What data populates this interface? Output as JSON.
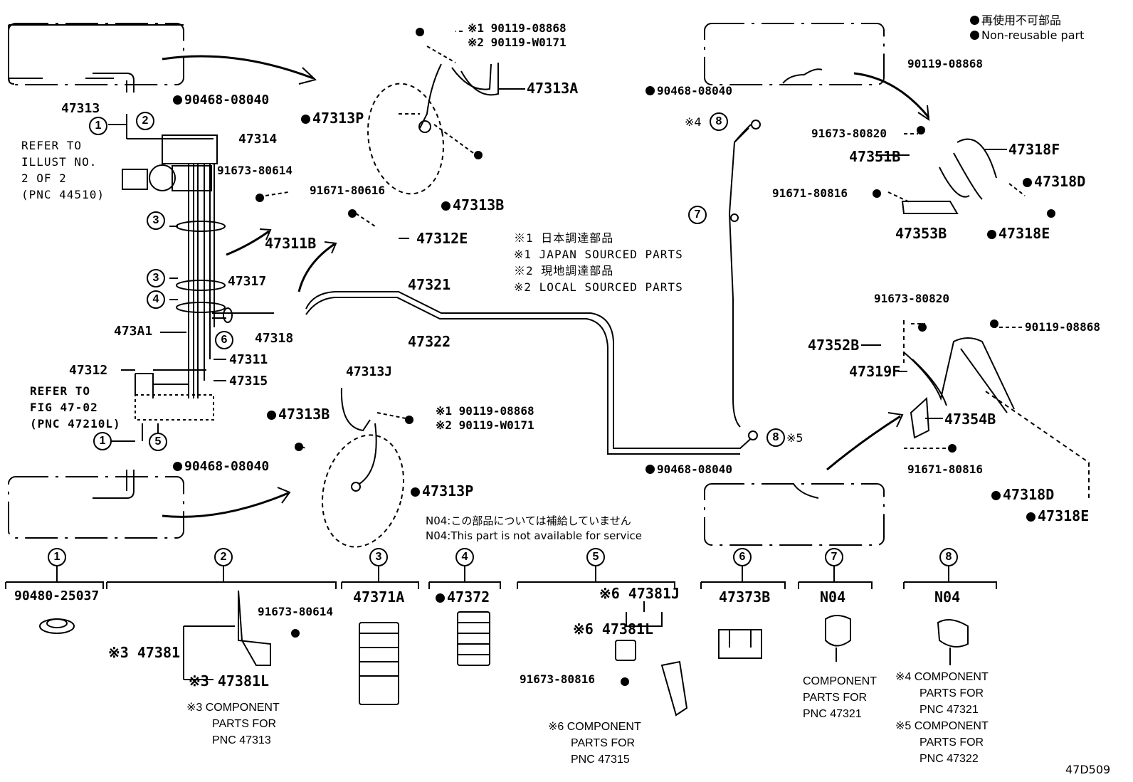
{
  "legend": {
    "jp": "再使用不可部品",
    "en": "Non-reusable part"
  },
  "refer": {
    "illust": [
      "REFER TO",
      "ILLUST NO.",
      "2 OF 2",
      "(PNC 44510)"
    ],
    "fig": [
      "REFER TO",
      "FIG 47-02",
      "(PNC 47210L)"
    ]
  },
  "notes": {
    "s1_jp": "※1 日本調達部品",
    "s1_en": "※1 JAPAN SOURCED PARTS",
    "s2_jp": "※2 現地調達部品",
    "s2_en": "※2 LOCAL SOURCED PARTS",
    "n04_jp": "N04:この部品については補給していません",
    "n04_en": "N04:This part is not available for service"
  },
  "labels": {
    "p47313": "47313",
    "p90468a": "90468-08040",
    "p47314": "47314",
    "p91673_80614": "91673-80614",
    "p47311B": "47311B",
    "p47317": "47317",
    "p47318": "47318",
    "p473A1": "473A1",
    "p47312": "47312",
    "p47311": "47311",
    "p47315": "47315",
    "p90468b": "90468-08040",
    "s1a": "※1 90119-08868",
    "s2a": "※2 90119-W0171",
    "p47313A": "47313A",
    "p47313P_top": "47313P",
    "p47313B_top": "47313B",
    "p91671_80616": "91671-80616",
    "p47312E": "47312E",
    "p47321": "47321",
    "p47322": "47322",
    "p47313J": "47313J",
    "p47313B_bot": "47313B",
    "s1b": "※1 90119-08868",
    "s2b": "※2 90119-W0171",
    "p47313P_bot": "47313P",
    "p90468c": "90468-08040",
    "s4": "※4",
    "p90468d": "90468-08040",
    "s5": "※5",
    "p90119_r1": "90119-08868",
    "p91673_r1": "91673-80820",
    "p47351B": "47351B",
    "p47318F": "47318F",
    "p47318D_r1": "47318D",
    "p91671_r1": "91671-80816",
    "p47353B": "47353B",
    "p47318E_r1": "47318E",
    "p91673_r2": "91673-80820",
    "p90119_r2": "90119-08868",
    "p47352B": "47352B",
    "p47319F": "47319F",
    "p47354B": "47354B",
    "p91671_r2": "91671-80816",
    "p47318D_r2": "47318D",
    "p47318E_r2": "47318E"
  },
  "bottom": {
    "c1": "90480-25037",
    "c2a": "※3 47381",
    "c2b": "※3 47381L",
    "c2c": "91673-80614",
    "c2note": [
      "※3 COMPONENT",
      "PARTS FOR",
      "PNC 47313"
    ],
    "c3": "47371A",
    "c4": "47372",
    "c5a": "※6 47381J",
    "c5b": "※6 47381L",
    "c5c": "91673-80816",
    "c5note": [
      "※6 COMPONENT",
      "PARTS FOR",
      "PNC 47315"
    ],
    "c6": "47373B",
    "c7": "N04",
    "c7note": [
      "COMPONENT",
      "PARTS FOR",
      "PNC 47321"
    ],
    "c8": "N04",
    "c8note": [
      "※4 COMPONENT",
      "PARTS FOR",
      "PNC 47321",
      "※5 COMPONENT",
      "PARTS FOR",
      "PNC 47322"
    ]
  },
  "circles": [
    "1",
    "2",
    "3",
    "4",
    "5",
    "6",
    "7",
    "8"
  ],
  "code": "47D509"
}
